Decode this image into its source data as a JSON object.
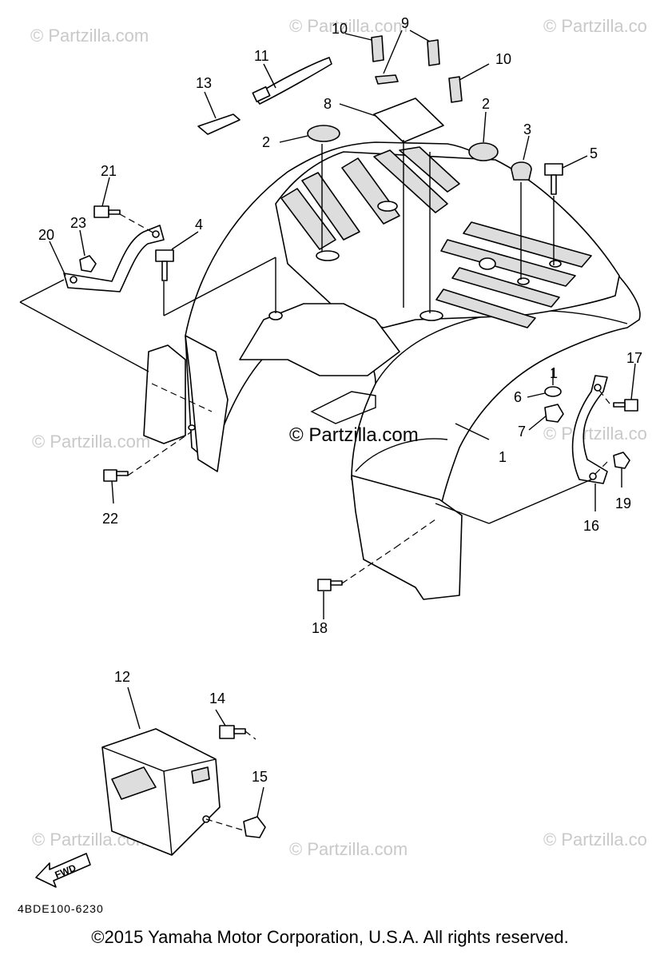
{
  "watermarks": {
    "top_left": "© Partzilla.com",
    "top_center": "© Partzilla.com",
    "top_right": "© Partzilla.co",
    "mid_left": "© Partzilla.com",
    "center": "© Partzilla.com",
    "mid_right": "© Partzilla.co",
    "bottom_left": "© Partzilla.com",
    "bottom_center": "© Partzilla.com",
    "bottom_right": "© Partzilla.co"
  },
  "callouts": {
    "c1": "1",
    "c2a": "2",
    "c2b": "2",
    "c3": "3",
    "c4": "4",
    "c5": "5",
    "c6": "6",
    "c7": "7",
    "c8": "8",
    "c9": "9",
    "c10a": "10",
    "c10b": "10",
    "c11": "11",
    "c12": "12",
    "c13": "13",
    "c14": "14",
    "c15": "15",
    "c16": "16",
    "c17": "17",
    "c18": "18",
    "c19": "19",
    "c20": "20",
    "c21": "21",
    "c22": "22",
    "c23": "23"
  },
  "fwd_label": "FWD",
  "diagram_code": "4BDE100-6230",
  "copyright": "©2015 Yamaha Motor Corporation, U.S.A. All rights reserved."
}
